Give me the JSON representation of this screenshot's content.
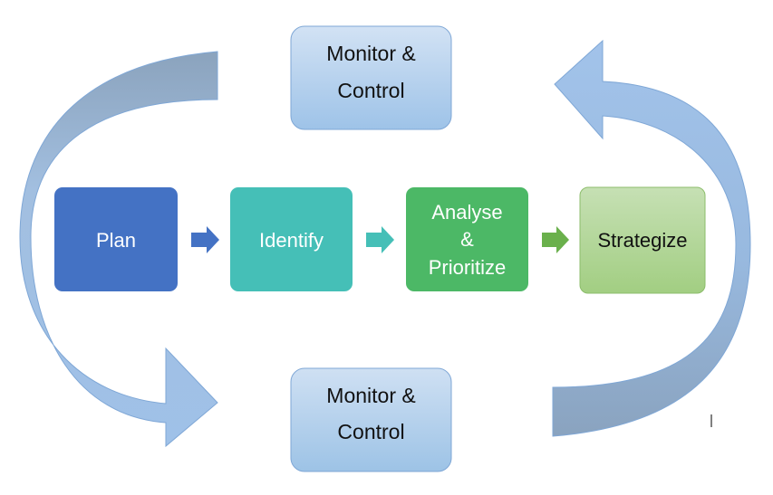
{
  "diagram": {
    "steps": [
      {
        "id": "plan",
        "lines": [
          "Plan"
        ]
      },
      {
        "id": "identify",
        "lines": [
          "Identify"
        ]
      },
      {
        "id": "analyse",
        "lines": [
          "Analyse",
          "&",
          "Prioritize"
        ]
      },
      {
        "id": "strategize",
        "lines": [
          "Strategize"
        ]
      }
    ],
    "monitor_top": {
      "lines": [
        "Monitor &",
        "Control"
      ]
    },
    "monitor_bottom": {
      "lines": [
        "Monitor &",
        "Control"
      ]
    }
  },
  "colors": {
    "plan": "#4472c4",
    "identify": "#45bfb7",
    "analyse": "#4cb866",
    "strategize_top": "#c6e0b4",
    "strategize_bottom": "#a2ce82",
    "monitor_top": "#cfe0f3",
    "monitor_bottom": "#9dc3e6",
    "arrow_plan": "#4472c4",
    "arrow_identify": "#45bfb7",
    "arrow_analyse": "#6ab04c",
    "cycle_light": "#a4c3e7",
    "cycle_dark": "#8ba6c2",
    "cycle_stroke": "#7fa7d6",
    "text_white": "#ffffff",
    "text_dark": "#111111"
  }
}
